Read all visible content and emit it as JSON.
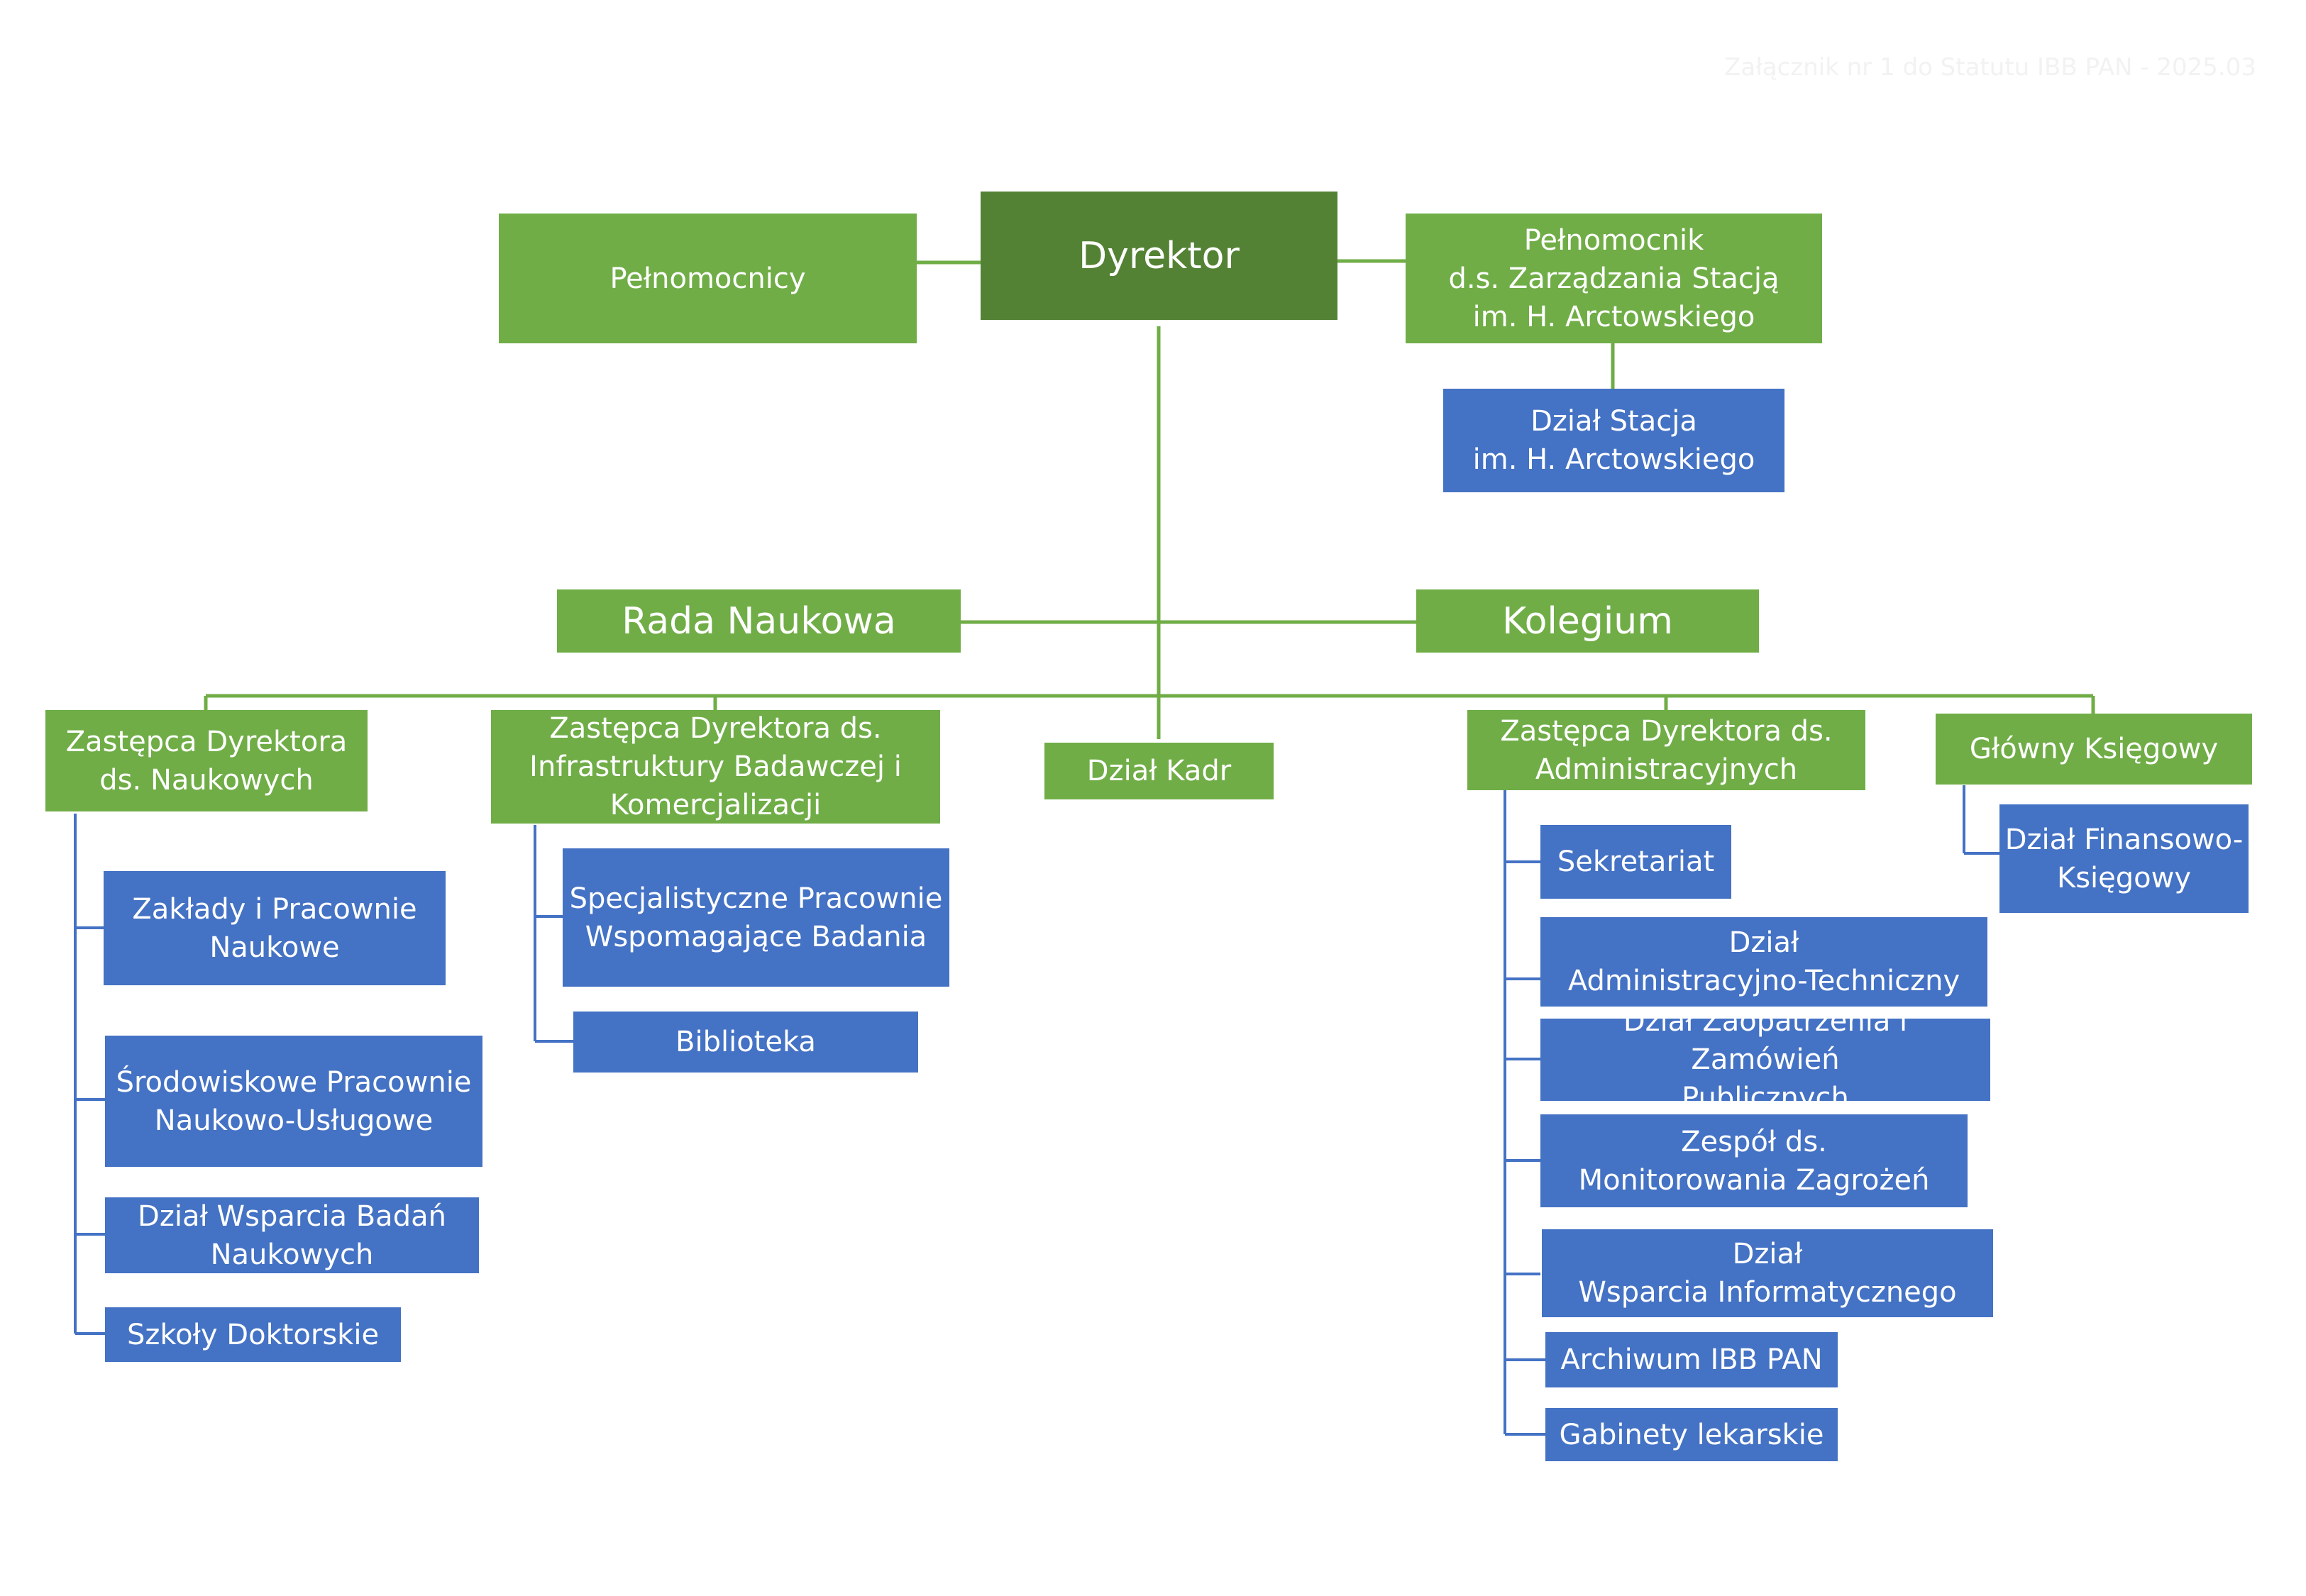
{
  "header": {
    "text": "Załącznik nr 1 do Statutu IBB PAN - 2025.03"
  },
  "colors": {
    "green": "#70ad47",
    "dark_green": "#548235",
    "blue": "#4472c4",
    "line_green": "#70ad47",
    "line_blue": "#4472c4"
  },
  "top": {
    "director": "Dyrektor",
    "plenipotentiaries": "Pełnomocnicy",
    "station_plenipotentiary": "Pełnomocnik\nd.s. Zarządzania Stacją\nim. H. Arctowskiego",
    "station_department": "Dział Stacja\nim. H. Arctowskiego"
  },
  "bodies": {
    "scientific_council": "Rada Naukowa",
    "college": "Kolegium"
  },
  "columns": {
    "science": {
      "head": "Zastępca Dyrektora\nds. Naukowych",
      "units": [
        "Zakłady i Pracownie\nNaukowe",
        "Środowiskowe Pracownie\nNaukowo-Usługowe",
        "Dział Wsparcia Badań\nNaukowych",
        "Szkoły Doktorskie"
      ]
    },
    "infrastructure": {
      "head": "Zastępca Dyrektora ds.\nInfrastruktury Badawczej i\nKomercjalizacji",
      "units": [
        "Specjalistyczne Pracownie\nWspomagające Badania",
        "Biblioteka"
      ]
    },
    "hr": {
      "head": "Dział Kadr"
    },
    "administration": {
      "head": "Zastępca Dyrektora ds.\nAdministracyjnych",
      "units": [
        "Sekretariat",
        "Dział\nAdministracyjno-Techniczny",
        "Dział Zaopatrzenia i Zamówień\nPublicznych",
        "Zespół ds.\nMonitorowania Zagrożeń",
        "Dział\nWsparcia Informatycznego",
        "Archiwum IBB PAN",
        "Gabinety lekarskie"
      ]
    },
    "accounting": {
      "head": "Główny Księgowy",
      "units": [
        "Dział Finansowo-\nKsięgowy"
      ]
    }
  }
}
